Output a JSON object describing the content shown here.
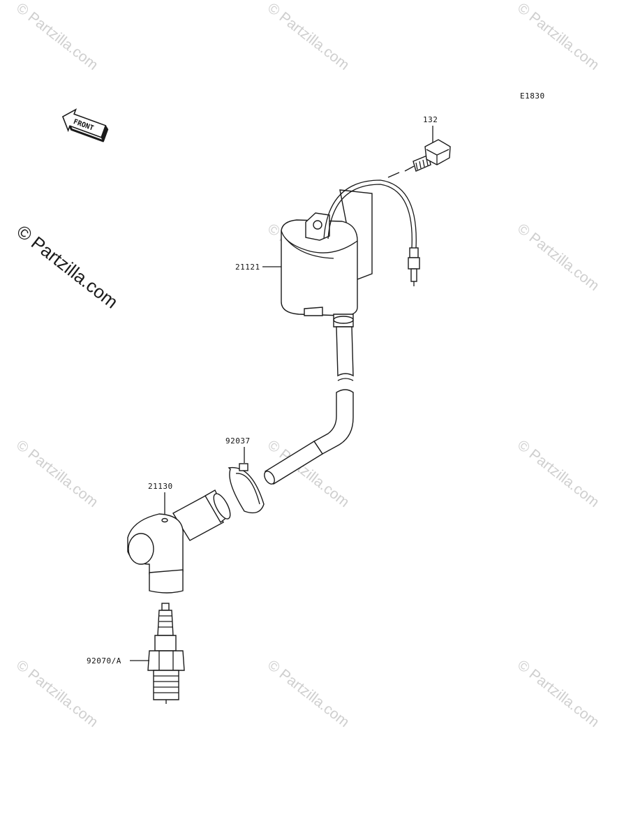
{
  "diagram_code": "E1830",
  "front_arrow_label": "FRONT",
  "watermark_text": "© Partzilla.com",
  "callouts": {
    "bolt": "132",
    "ignition_coil": "21121",
    "clamp": "92037",
    "plug_cap": "21130",
    "spark_plug": "92070/A"
  },
  "colors": {
    "line": "#1a1a1a",
    "watermark": "#cfcfcf",
    "background": "#ffffff"
  }
}
